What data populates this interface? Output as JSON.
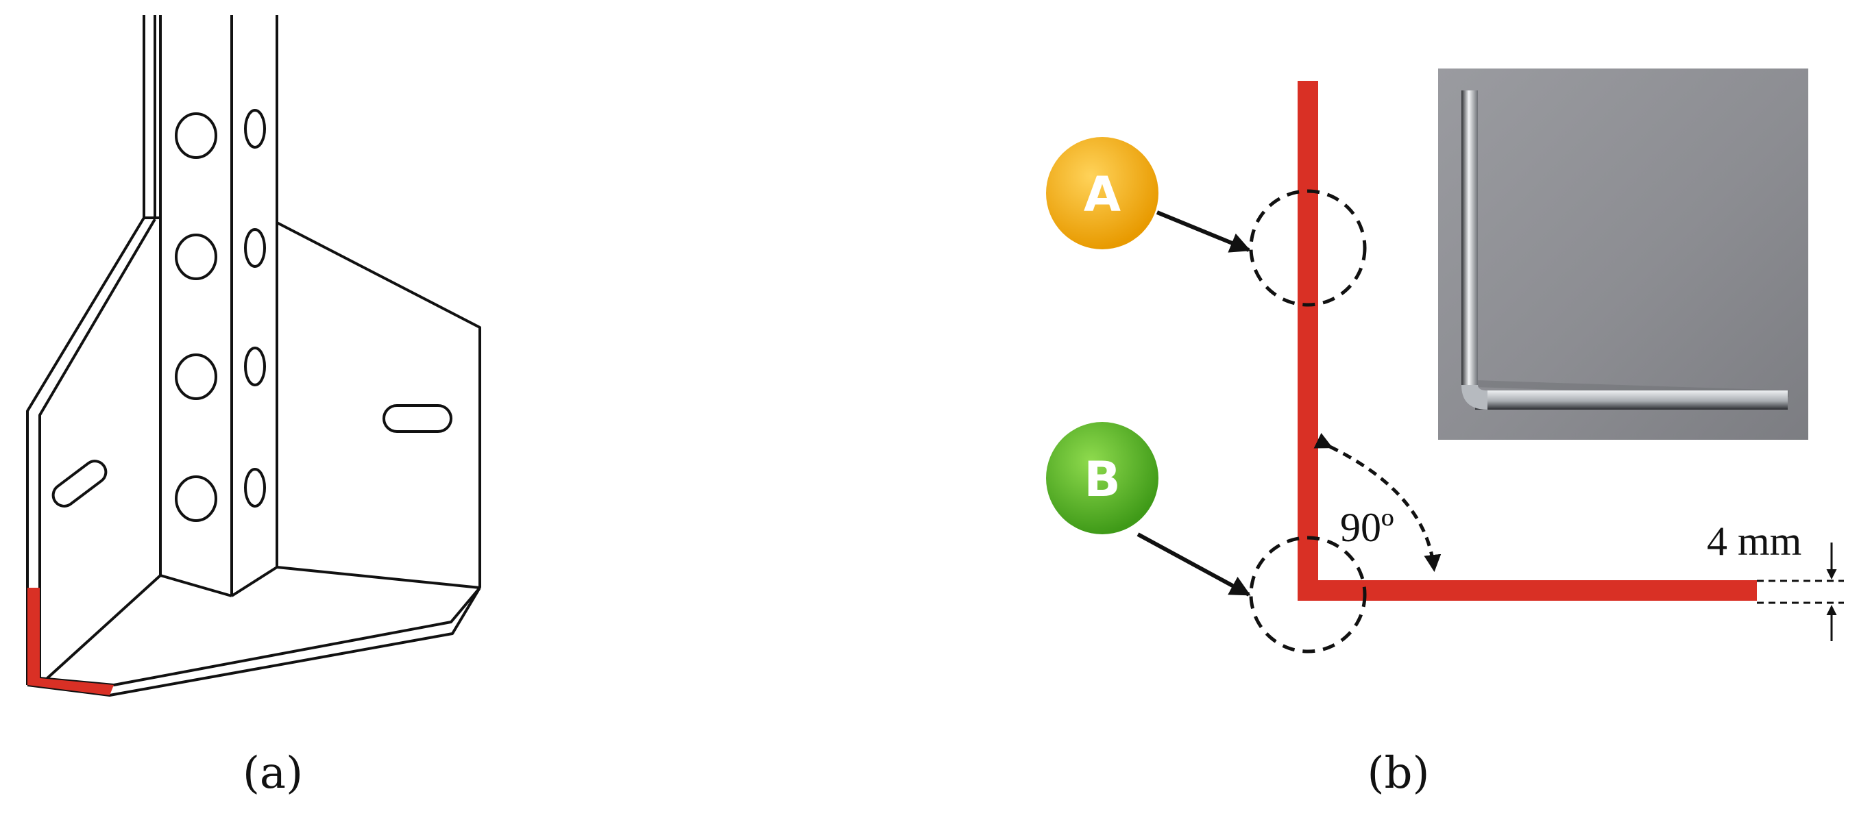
{
  "panel_labels": {
    "a": "(a)",
    "b": "(b)"
  },
  "markers": {
    "a": {
      "letter": "A",
      "color": "#f2a900"
    },
    "b": {
      "letter": "B",
      "color": "#5fb32a"
    }
  },
  "annotations": {
    "angle": "90º",
    "thickness": "4 mm"
  },
  "colors": {
    "highlight_red": "#d93025",
    "outline": "#111111",
    "photo_bg": "#8c8d92",
    "metal": "#c9ccd1"
  }
}
